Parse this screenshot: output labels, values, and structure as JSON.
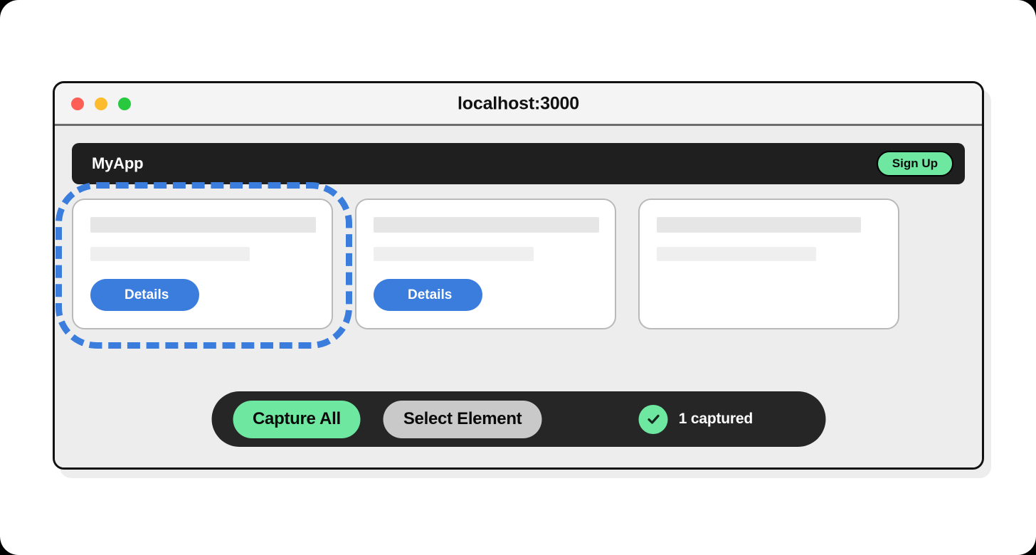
{
  "browser": {
    "title": "localhost:3000",
    "traffic_lights": [
      {
        "name": "close",
        "color": "#fd5f57"
      },
      {
        "name": "minimize",
        "color": "#fdbc2e"
      },
      {
        "name": "zoom",
        "color": "#28c83f"
      }
    ]
  },
  "app_header": {
    "app_name": "MyApp",
    "signup_label": "Sign Up",
    "background": "#1f1f1f",
    "accent": "#6ee7a0"
  },
  "cards": [
    {
      "details_label": "Details",
      "has_details": true,
      "selected": true
    },
    {
      "details_label": "Details",
      "has_details": true,
      "selected": false
    },
    {
      "details_label": "",
      "has_details": false,
      "selected": false
    }
  ],
  "selection": {
    "outline_color": "#3b7ddd",
    "style": "dashed"
  },
  "toolbar": {
    "capture_all_label": "Capture All",
    "select_element_label": "Select Element",
    "status_text": "1 captured",
    "status_icon": "check-circle-icon",
    "capture_all_color": "#6ee7a0",
    "select_element_color": "#c9c9c9",
    "background": "#262626"
  },
  "colors": {
    "page_background": "#ededed",
    "card_background": "#ffffff",
    "details_button": "#3b7ddd",
    "placeholder_dark": "#e6e6e6",
    "placeholder_light": "#efefef"
  }
}
